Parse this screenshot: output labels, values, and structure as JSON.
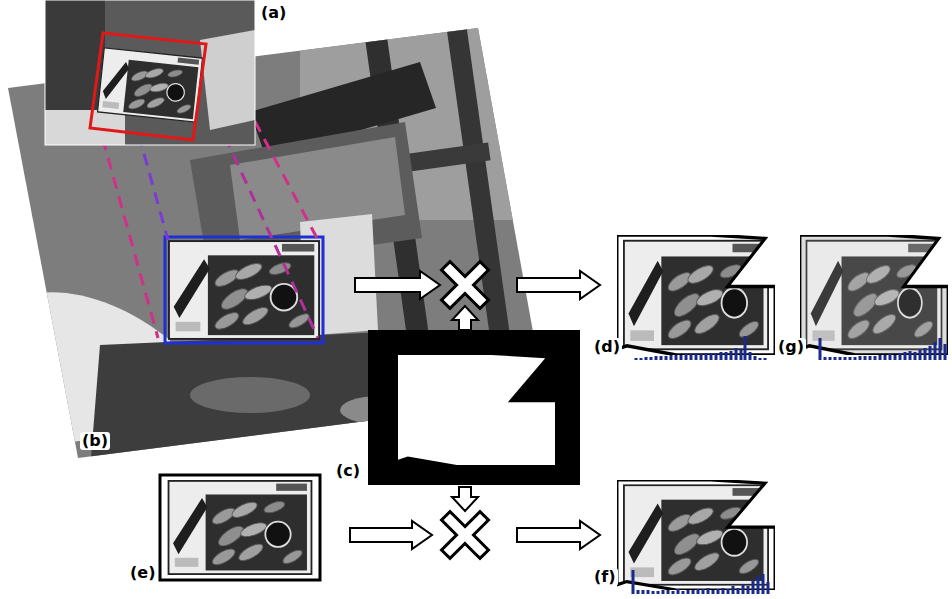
{
  "diagram": {
    "nodes": [
      {
        "text": [
          "(a)"
        ]
      },
      {
        "text": [
          "(b)"
        ]
      },
      {
        "text": [
          "(c)"
        ]
      },
      {
        "text": [
          "(d)"
        ]
      },
      {
        "text": [
          "(g)"
        ]
      },
      {
        "text": [
          "(e)"
        ]
      },
      {
        "text": [
          "(f)"
        ]
      }
    ]
  }
}
